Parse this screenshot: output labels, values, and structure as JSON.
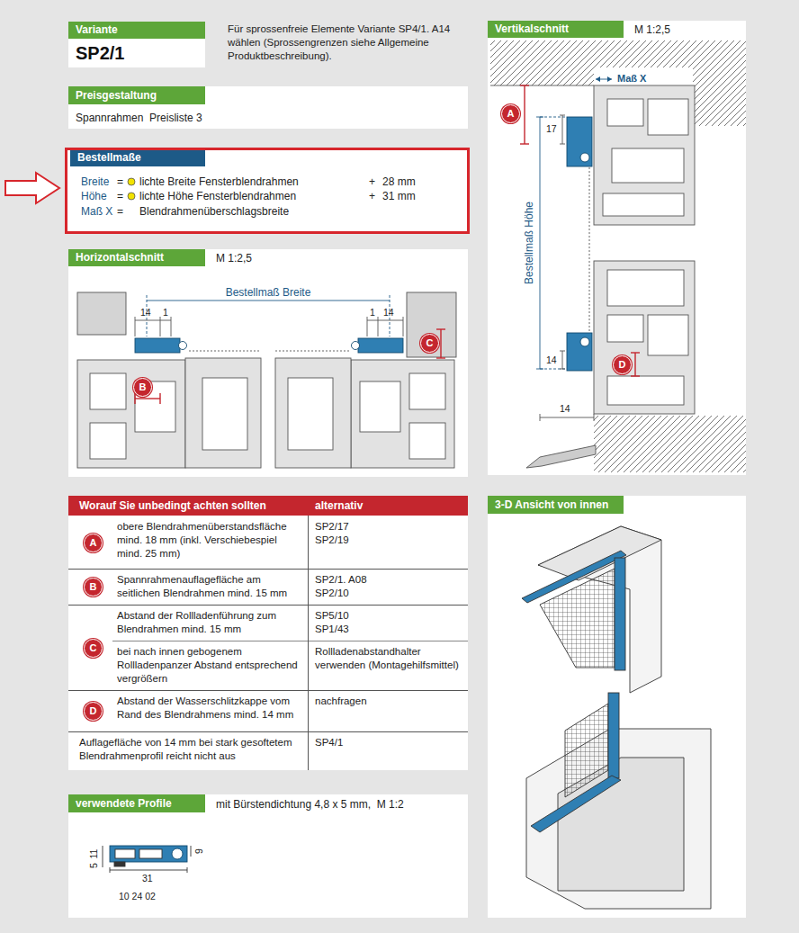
{
  "diagram": {
    "nodes": [
      {
        "text": [
          "Variante",
          "SP2/1"
        ]
      },
      {
        "text": [
          "Preisgestaltung",
          "Spannrahmen  Preisliste 3"
        ]
      },
      {
        "text": [
          "Bestellmaße"
        ]
      },
      {
        "text": [
          "Horizontalschnitt",
          "M 1:2,5"
        ]
      },
      {
        "text": [
          "B"
        ],
        "in": 3
      },
      {
        "text": [
          "C"
        ],
        "in": 3
      },
      {
        "text": [
          "Vertikalschnitt",
          "M 1:2,5"
        ]
      },
      {
        "text": [
          "A"
        ],
        "in": 6
      },
      {
        "text": [
          "D"
        ],
        "in": 6
      },
      {
        "text": [
          "Worauf Sie unbedingt achten sollten",
          "alternativ"
        ]
      },
      {
        "text": [
          "A"
        ],
        "in": 9
      },
      {
        "text": [
          "B"
        ],
        "in": 9
      },
      {
        "text": [
          "C"
        ],
        "in": 9
      },
      {
        "text": [
          "D"
        ],
        "in": 9
      },
      {
        "text": [
          "3-D Ansicht von innen"
        ]
      },
      {
        "text": [
          "verwendete Profile",
          "mit Bürstendichtung 4,8 x 5 mm,  M 1:2"
        ]
      }
    ],
    "labels": [
      "Für sprossenfreie Elemente Variante SP4/1. A14 wählen (Sprossengrenzen siehe Allgemeine Produktbeschreibung).",
      "Breite",
      "=",
      "lichte Breite Fensterblendrahmen",
      "+",
      "28 mm",
      "Höhe",
      "=",
      "lichte Höhe Fensterblendrahmen",
      "+",
      "31 mm",
      "Maß X",
      "=",
      "Blendrahmenüberschlagsbreite",
      "Bestellmaß Breite",
      "14",
      "1",
      "1",
      "14",
      "Maß X",
      "17",
      "Bestellmaß Höhe",
      "14",
      "14",
      "obere Blendrahmenüberstandsfläche mind. 18 mm (inkl. Verschiebespiel mind. 25 mm)",
      "SP2/17",
      "SP2/19",
      "Spannrahmenauflagefläche am seitlichen Blendrahmen mind. 15 mm",
      "SP2/1. A08",
      "SP2/10",
      "Abstand der Rollladenführung zum Blendrahmen mind. 15 mm",
      "SP5/10",
      "SP1/43",
      "bei nach innen gebogenem Rollladenpanzer Abstand entsprechend vergrößern",
      "Rollladenabstandhalter verwenden (Montagehilfsmittel)",
      "Abstand der Wasserschlitzkappe vom Rand des Blendrahmens mind. 14 mm",
      "nachfragen",
      "Auflagefläche von 14 mm bei stark gesoftetem Blendrahmenprofil reicht nicht aus",
      "SP4/1",
      "11",
      "9",
      "5",
      "31",
      "10 24 02"
    ]
  }
}
